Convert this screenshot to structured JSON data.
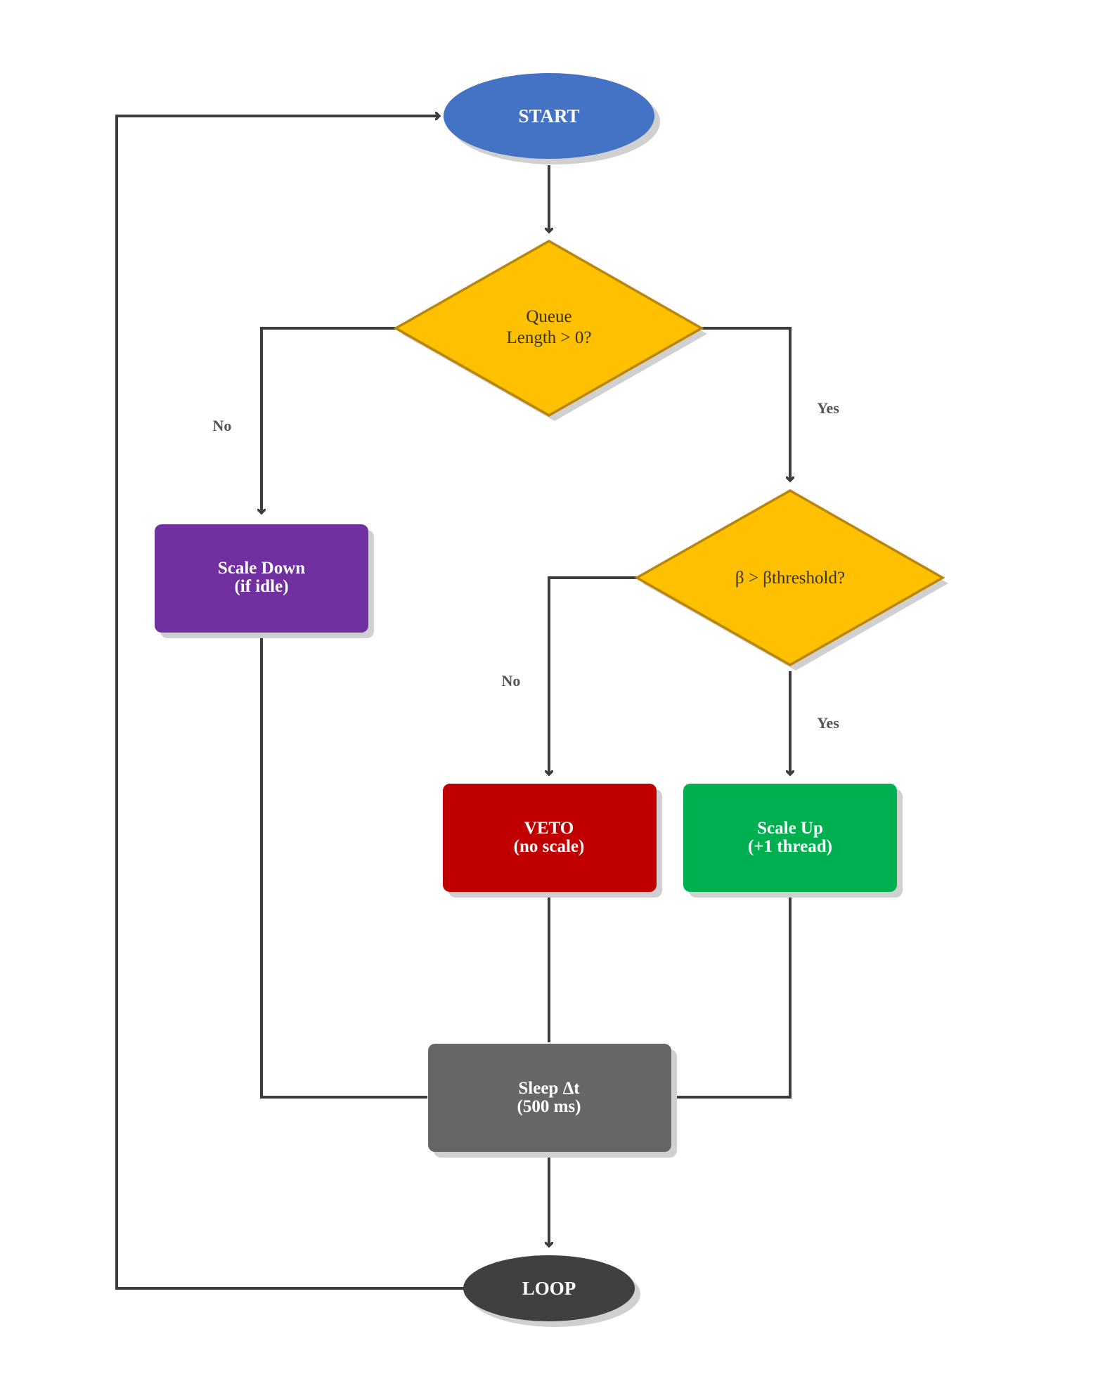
{
  "nodes": {
    "start": {
      "label": "START",
      "color": "#4472c4"
    },
    "queue_check": {
      "lines": [
        "Queue",
        "Length > 0?"
      ],
      "color": "#ffc000",
      "border": "#b8860b"
    },
    "beta_check": {
      "label": "β > βthreshold?",
      "color": "#ffc000",
      "border": "#b8860b"
    },
    "scale_down": {
      "lines": [
        "Scale Down",
        "(if idle)"
      ],
      "color": "#7030a0"
    },
    "veto": {
      "lines": [
        "VETO",
        "(no scale)"
      ],
      "color": "#c00000"
    },
    "scale_up": {
      "lines": [
        "Scale Up",
        "(+1 thread)"
      ],
      "color": "#00b050"
    },
    "sleep": {
      "lines": [
        "Sleep Δt",
        "(500 ms)"
      ],
      "color": "#666666"
    },
    "loop": {
      "label": "LOOP",
      "color": "#404040"
    }
  },
  "edges": {
    "queue_no": "No",
    "queue_yes": "Yes",
    "beta_no": "No",
    "beta_yes": "Yes"
  },
  "colors": {
    "edge": "#3d3d3d",
    "shadow": "#d0d0d0",
    "background": "#ffffff"
  }
}
